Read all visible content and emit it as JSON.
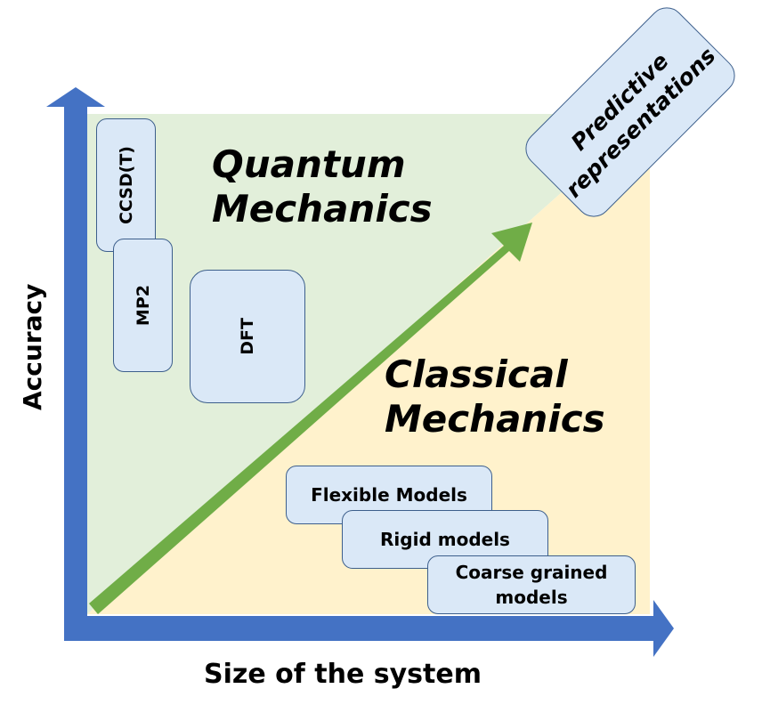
{
  "regions": {
    "quantum": [
      "Quantum",
      "Mechanics"
    ],
    "classical": [
      "Classical",
      "Mechanics"
    ]
  },
  "methods": {
    "ccsd": "CCSD(T)",
    "mp2": "MP2",
    "dft": "DFT",
    "flexible": "Flexible Models",
    "rigid": "Rigid models",
    "coarse": [
      "Coarse grained",
      "models"
    ]
  },
  "predictive": [
    "Predictive",
    "representations"
  ],
  "axes": {
    "y": "Accuracy",
    "x": "Size of the system"
  },
  "colors": {
    "quantum_region": "#e2efda",
    "classical_region": "#fff2cc",
    "axis": "#4472c4",
    "diagonal_arrow": "#70ad47",
    "box_fill": "#dae8f7",
    "box_border": "#3d5f8c"
  }
}
